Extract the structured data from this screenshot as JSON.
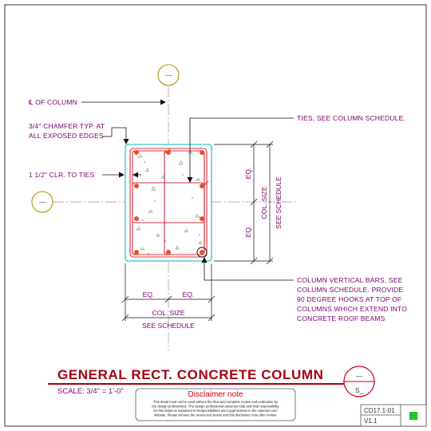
{
  "labels": {
    "centerline": "℄ OF COLUMN",
    "chamfer_1": "3/4\" CHAMFER TYP. AT",
    "chamfer_2": "ALL EXPOSED EDGES",
    "clear_ties": "1 1/2\" CLR. TO TIES",
    "ties": "TIES, SEE COLUMN SCHEDULE.",
    "vertical_bars": [
      "COLUMN VERTICAL BARS, SEE",
      "COLUMN SCHEDULE. PROVIDE",
      "90 DEGREE HOOKS AT TOP OF",
      "COLUMNS WHICH EXTEND INTO",
      "CONCRETE ROOF BEAMS"
    ]
  },
  "dimensions": {
    "eq": "EQ.",
    "col_size": "COL. SIZE",
    "see_schedule": "SEE SCHEDULE"
  },
  "grid_bubbles": {
    "top": "—",
    "left": "—"
  },
  "title": "GENERAL RECT. CONCRETE COLUMN",
  "scale": "SCALE: 3/4\" = 1'-0\"",
  "section_marker": {
    "top": "—",
    "bottom": "S_"
  },
  "disclaimer": {
    "heading": "Disclaimer note",
    "lines": [
      "This detail must not be used without the final and complete review and evaluation by",
      "the design professional. The design professional assumes total and final responsibility",
      "for this detail as explained in Responsibilities and Legal Notices in the caleonet.com",
      "website. Please remove the review text boxes and this disclaimer note after review."
    ]
  },
  "title_block": {
    "number": "CD17.1-01",
    "version": "V1.1",
    "status_color": "#22c42a"
  },
  "colors": {
    "annotation": "#7a006e",
    "column_outline": "#33c6cf",
    "rebar": "#e8502a",
    "ties": "#d83040",
    "centerline": "#999999",
    "grid_bubble": "#a89a00",
    "title": "#a30010"
  }
}
